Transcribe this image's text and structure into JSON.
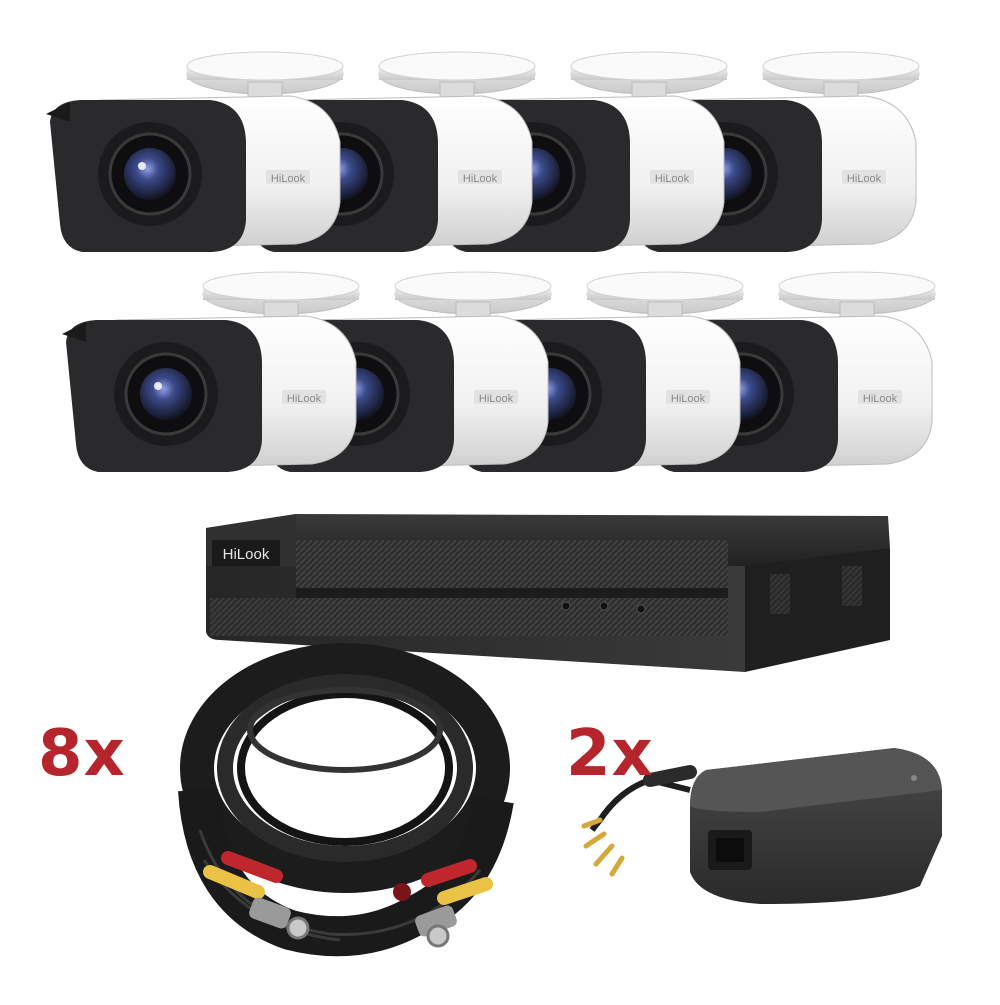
{
  "brand": {
    "name": "HiLook"
  },
  "kit": {
    "camera_count": 8,
    "cable_quantity": "8x",
    "power_supply_quantity": "2x"
  },
  "colors": {
    "accent": "#b5252b",
    "camera_body": "#f2f2f2",
    "camera_face": "#2a2a2c",
    "lens_glass": "#3c4a8c",
    "dvr_body": "#2e2e2e",
    "cable": "#1c1c1c",
    "plug_red": "#c0272d",
    "plug_yellow": "#e9c246"
  }
}
